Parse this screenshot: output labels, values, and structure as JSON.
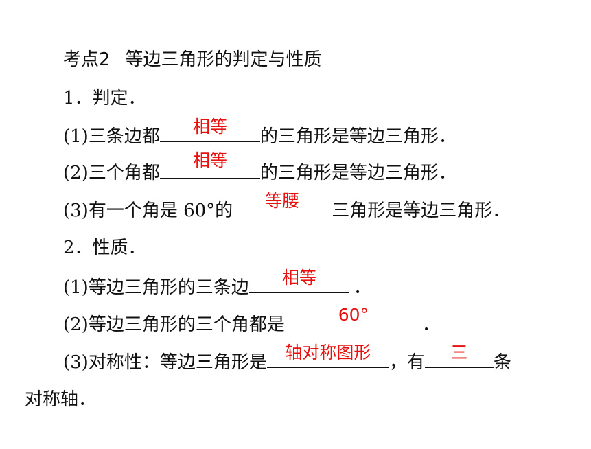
{
  "heading": {
    "label": "考点2",
    "title": "等边三角形的判定与性质"
  },
  "section1": {
    "title": "1．判定．",
    "items": [
      {
        "prefix": "(1)三条边都",
        "answer": "相等",
        "suffix": "的三角形是等边三角形．"
      },
      {
        "prefix": "(2)三个角都",
        "answer": "相等",
        "suffix": "的三角形是等边三角形．"
      },
      {
        "prefix": "(3)有一个角是 60°的",
        "answer": "等腰",
        "suffix": "三角形是等边三角形．"
      }
    ]
  },
  "section2": {
    "title": "2．性质．",
    "items": [
      {
        "prefix": "(1)等边三角形的三条边",
        "answer": "相等",
        "suffix": "．"
      },
      {
        "prefix": "(2)等边三角形的三个角都是",
        "answer": "60°",
        "suffix": "．"
      },
      {
        "prefix": "(3)对称性：等边三角形是",
        "answer": "轴对称图形",
        "middle": "，有",
        "answer2": "三",
        "suffix": "条",
        "continuation": "对称轴．"
      }
    ]
  }
}
